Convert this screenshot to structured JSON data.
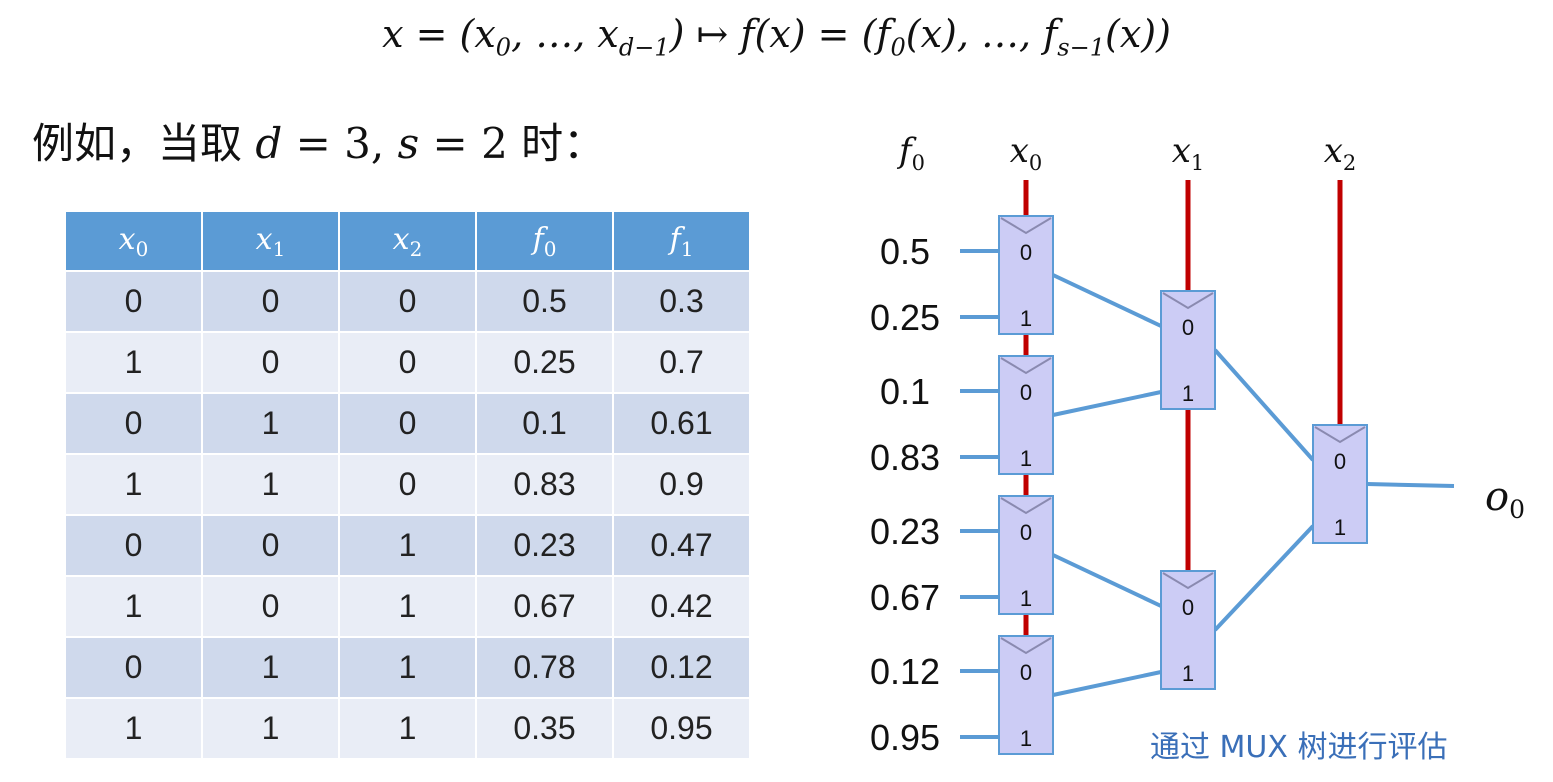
{
  "formula": {
    "lhs_var": "x",
    "x_start": "x",
    "x_start_sub": "0",
    "x_end": "x",
    "x_end_sub": "d−1",
    "f": "f",
    "f_start": "f",
    "f_start_sub": "0",
    "f_end": "f",
    "f_end_sub": "s−1"
  },
  "example": {
    "prefix": "例如，当取",
    "d_var": "d",
    "d_eq": "= 3,",
    "s_var": "s",
    "s_eq": "= 2",
    "suffix": "时："
  },
  "table": {
    "headers": [
      {
        "base": "x",
        "sub": "0"
      },
      {
        "base": "x",
        "sub": "1"
      },
      {
        "base": "x",
        "sub": "2"
      },
      {
        "base": "f",
        "sub": "0"
      },
      {
        "base": "f",
        "sub": "1"
      }
    ],
    "rows": [
      [
        "0",
        "0",
        "0",
        "0.5",
        "0.3"
      ],
      [
        "1",
        "0",
        "0",
        "0.25",
        "0.7"
      ],
      [
        "0",
        "1",
        "0",
        "0.1",
        "0.61"
      ],
      [
        "1",
        "1",
        "0",
        "0.83",
        "0.9"
      ],
      [
        "0",
        "0",
        "1",
        "0.23",
        "0.47"
      ],
      [
        "1",
        "0",
        "1",
        "0.67",
        "0.42"
      ],
      [
        "0",
        "1",
        "1",
        "0.78",
        "0.12"
      ],
      [
        "1",
        "1",
        "1",
        "0.35",
        "0.95"
      ]
    ]
  },
  "mux_tree": {
    "output_func": {
      "base": "f",
      "sub": "0"
    },
    "selectors": [
      {
        "base": "x",
        "sub": "0"
      },
      {
        "base": "x",
        "sub": "1"
      },
      {
        "base": "x",
        "sub": "2"
      }
    ],
    "inputs": [
      "0.5",
      "0.25",
      "0.1",
      "0.83",
      "0.23",
      "0.67",
      "0.12",
      "0.95"
    ],
    "port_label_top": "0",
    "port_label_bottom": "1",
    "output": {
      "base": "o",
      "sub": "0"
    },
    "colors": {
      "wire": "#5b9bd5",
      "select_line": "#c00000",
      "mux_fill": "#ccccf5",
      "mux_stroke": "#5b9bd5"
    },
    "caption": "通过 MUX 树进行评估"
  }
}
